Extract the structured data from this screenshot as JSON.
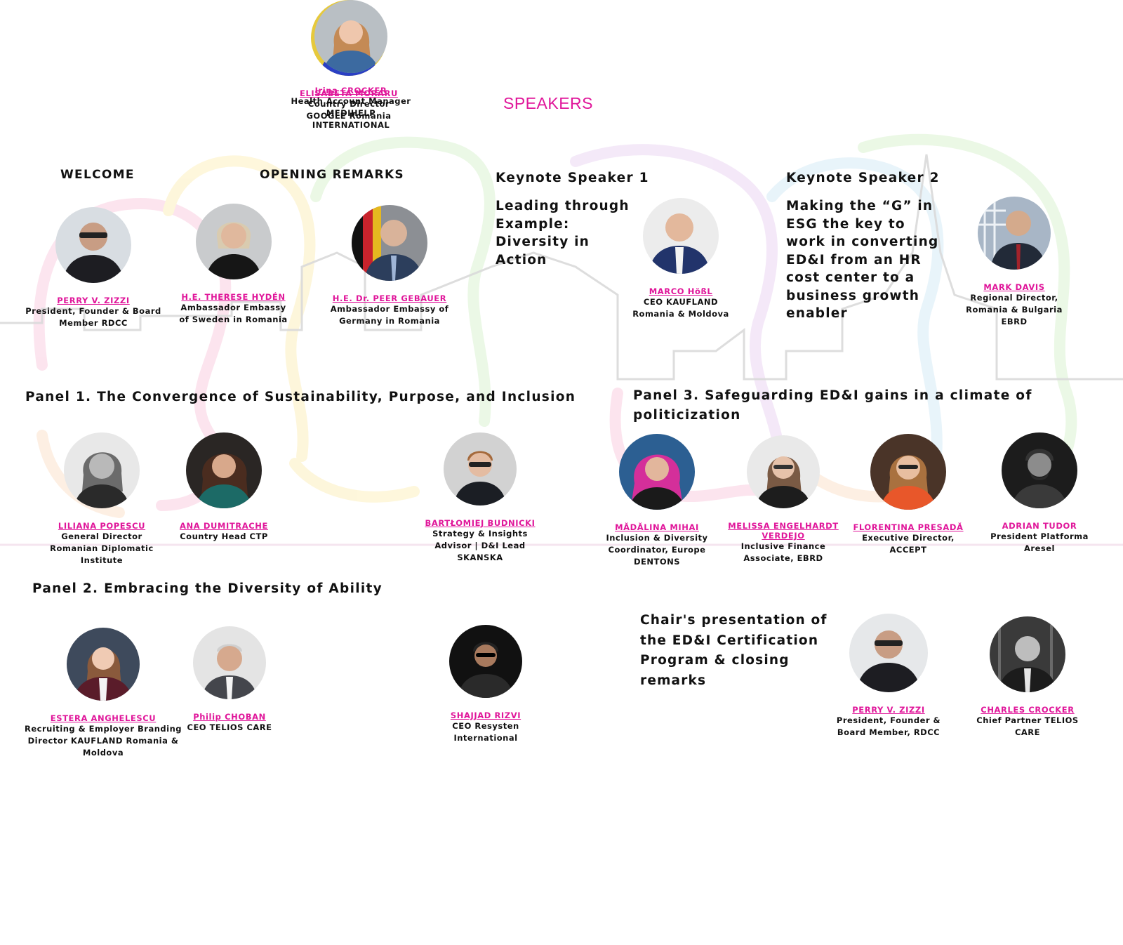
{
  "title": "SPEAKERS",
  "sections": {
    "welcome": "WELCOME",
    "opening": "OPENING REMARKS",
    "keynote1": "Keynote Speaker 1",
    "keynote1_topic": "Leading through Example: Diversity in Action",
    "keynote2": "Keynote Speaker 2",
    "keynote2_topic": "Making the “G” in ESG the key to work in converting ED&I from an HR cost center to a business growth enabler",
    "panel1": "Panel 1. The Convergence of Sustainability, Purpose, and Inclusion",
    "panel2": "Panel 2.  Embracing the Diversity of Ability",
    "panel3": "Panel 3. Safeguarding ED&I gains in a climate of politicization",
    "closing": "Chair's presentation of the ED&I Certification Program & closing remarks"
  },
  "speakers": {
    "zizzi": {
      "name": "PERRY V. ZIZZI",
      "role": "President, Founder & Board Member RDCC"
    },
    "hyden": {
      "name": "H.E. THERESE HYDÉN",
      "role": "Ambassador Embassy of Sweden in Romania"
    },
    "gebauer": {
      "name": "H.E. Dr. PEER GEBAUER",
      "role": "Ambassador Embassy of Germany in Romania"
    },
    "hoessl": {
      "name": "MARCO HößL",
      "role": "CEO KAUFLAND Romania & Moldova"
    },
    "davis": {
      "name": "MARK DAVIS",
      "role": "Regional Director, Romania & Bulgaria EBRD"
    },
    "popescu": {
      "name": "LILIANA POPESCU",
      "role": "General Director Romanian Diplomatic Institute"
    },
    "dumitrache": {
      "name": "ANA DUMITRACHE",
      "role": "Country Head CTP"
    },
    "moraru": {
      "name": "ELISABETA MORARU",
      "role": "Country Director GOOGLE Romania"
    },
    "budnicki": {
      "name": "BARTŁOMIEJ BUDNICKI",
      "role": "Strategy & Insights Advisor | D&I Lead SKANSKA"
    },
    "mihai": {
      "name": "MĂDĂLINA MIHAI",
      "role": "Inclusion & Diversity Coordinator, Europe DENTONS"
    },
    "verdejo": {
      "name": "MELISSA ENGELHARDT VERDEJO",
      "role": "Inclusive Finance Associate, EBRD"
    },
    "presada": {
      "name": "FLORENTINA PRESADĂ",
      "role": "Executive Director, ACCEPT"
    },
    "tudor": {
      "name": "ADRIAN TUDOR",
      "role": "President Platforma Aresel"
    },
    "anghelescu": {
      "name": "ESTERA ANGHELESCU",
      "role": "Recruiting & Employer Branding Director KAUFLAND Romania & Moldova"
    },
    "choban": {
      "name": "Philip CHOBAN",
      "role": "CEO TELIOS CARE"
    },
    "irina": {
      "name": "Irina CROCKER",
      "role": "Health Account Manager MEDIHELP INTERNATIONAL"
    },
    "rizvi": {
      "name": "SHAJJAD RIZVI",
      "role": "CEO Resysten International"
    },
    "zizzi2": {
      "name": "PERRY V. ZIZZI",
      "role": "President, Founder & Board Member, RDCC"
    },
    "charles": {
      "name": "CHARLES CROCKER",
      "role": "Chief Partner TELIOS CARE"
    }
  },
  "colors": {
    "accent": "#e0169a",
    "text": "#111111"
  }
}
